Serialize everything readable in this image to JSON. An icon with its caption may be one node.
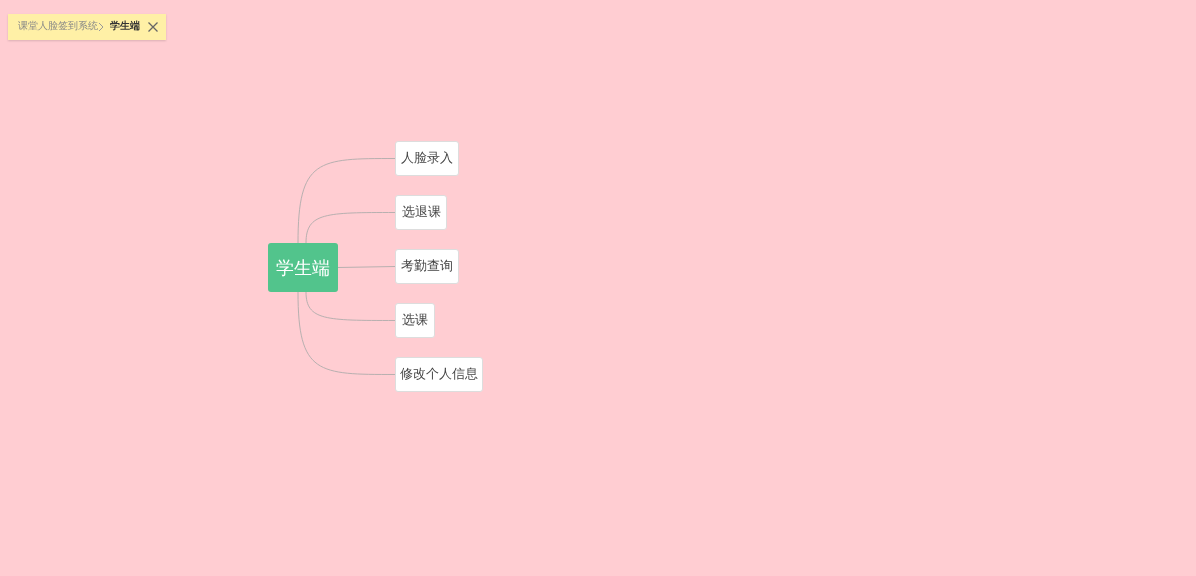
{
  "diagram": {
    "nodes": [
      {
        "text": [
          "学生端"
        ]
      },
      {
        "text": [
          "人脸录入"
        ]
      },
      {
        "text": [
          "选退课"
        ]
      },
      {
        "text": [
          "考勤查询"
        ]
      },
      {
        "text": [
          "选课"
        ]
      },
      {
        "text": [
          "修改个人信息"
        ]
      }
    ],
    "edges": [
      {
        "from": 0,
        "to": 1,
        "arrow": "none"
      },
      {
        "from": 0,
        "to": 2,
        "arrow": "none"
      },
      {
        "from": 0,
        "to": 3,
        "arrow": "none"
      },
      {
        "from": 0,
        "to": 4,
        "arrow": "none"
      },
      {
        "from": 0,
        "to": 5,
        "arrow": "none"
      }
    ],
    "labels": [
      "课堂人脸签到系统",
      "学生端"
    ]
  }
}
